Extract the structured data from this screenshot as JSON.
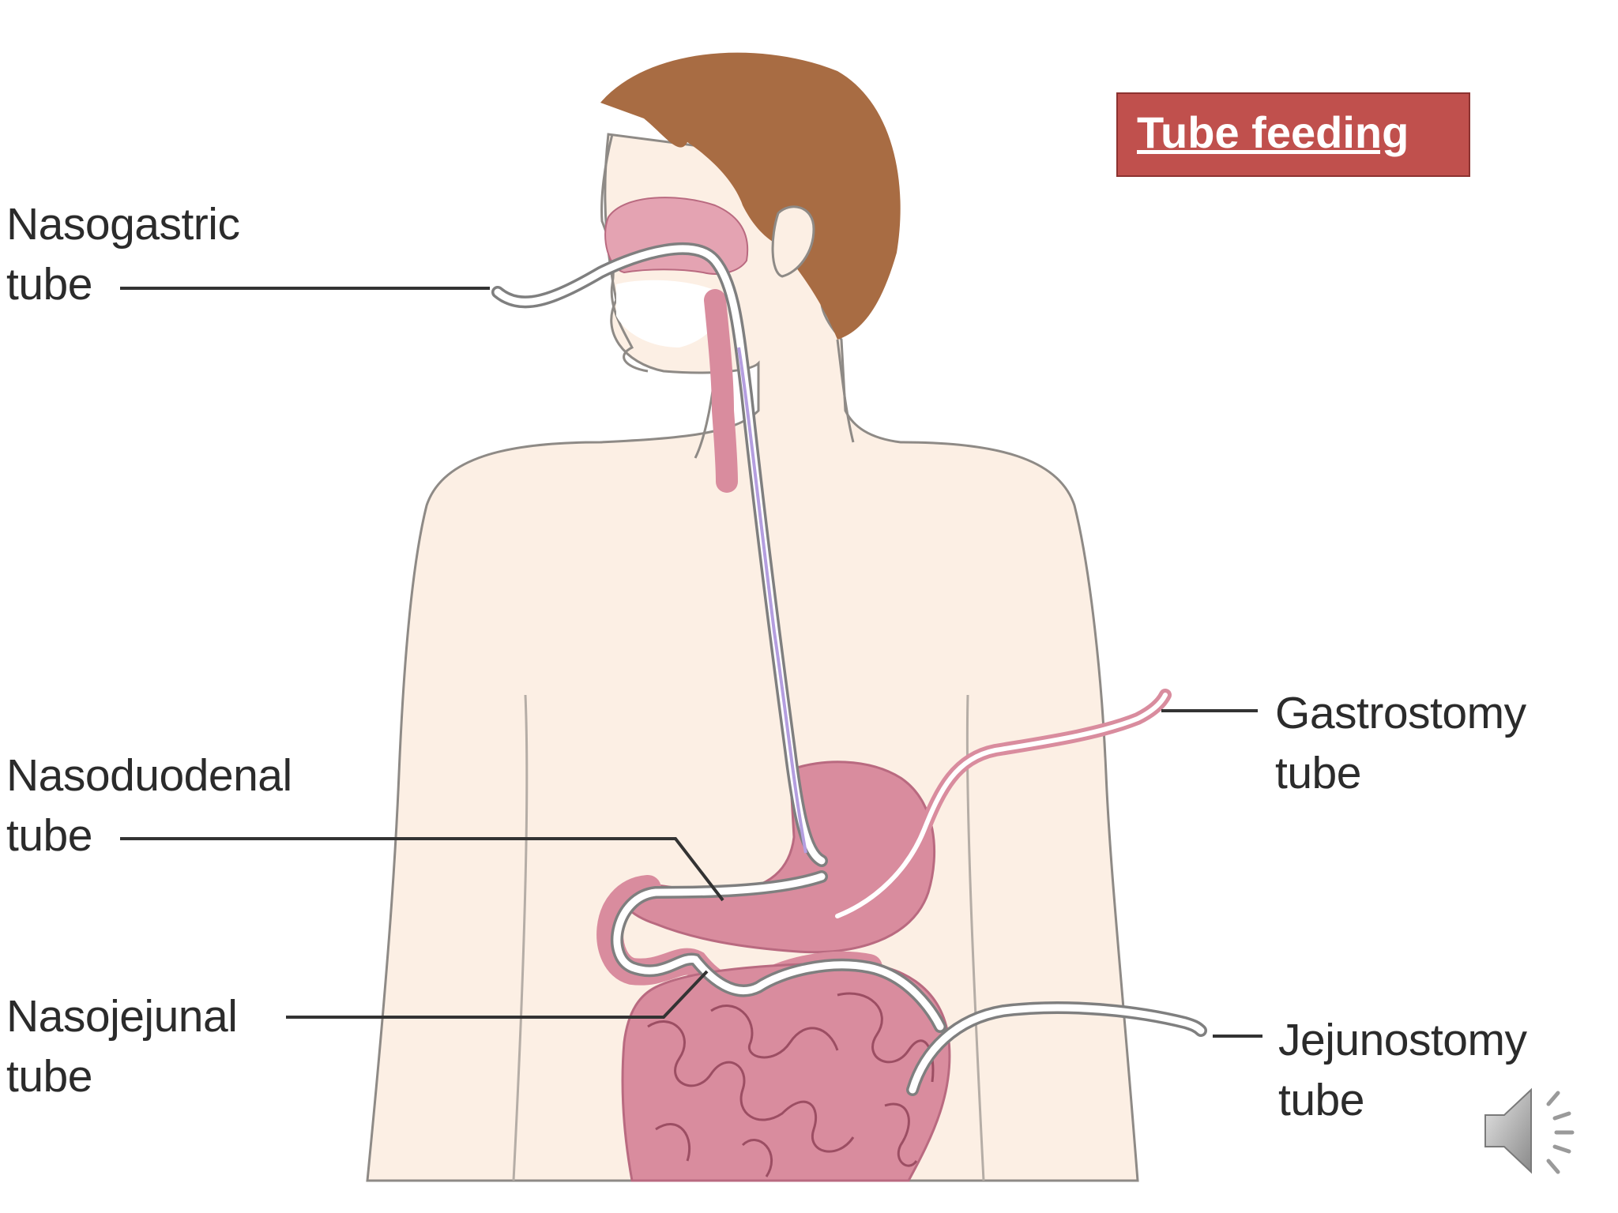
{
  "title": "Tube feeding",
  "labels": {
    "nasogastric": [
      "Nasogastric",
      "tube"
    ],
    "nasoduodenal": [
      "Nasoduodenal",
      "tube"
    ],
    "nasojejunal": [
      "Nasojejunal",
      "tube"
    ],
    "gastrostomy": [
      "Gastrostomy",
      "tube"
    ],
    "jejunostomy": [
      "Jejunostomy",
      "tube"
    ]
  },
  "icons": {
    "audio": "speaker-icon"
  },
  "colors": {
    "skin": "#fbeee3",
    "hair": "#a86c43",
    "organ": "#d98c9e",
    "tube_highlight": "#b49ee0",
    "title_bg": "#c0504d"
  }
}
